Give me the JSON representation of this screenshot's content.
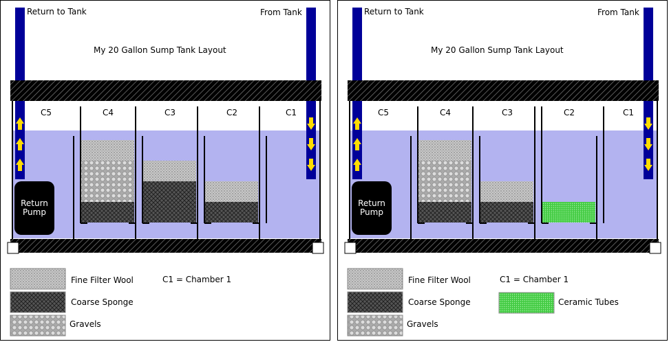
{
  "panels": [
    {
      "return_label": "Return to Tank",
      "from_label": "From Tank",
      "title": "My 20 Gallon Sump Tank Layout",
      "chambers": [
        "C5",
        "C4",
        "C3",
        "C2",
        "C1"
      ],
      "pump_label": "Return Pump",
      "legend": {
        "fine": "Fine Filter Wool",
        "coarse": "Coarse Sponge",
        "gravels": "Gravels",
        "key": "C1 = Chamber 1"
      }
    },
    {
      "return_label": "Return to Tank",
      "from_label": "From Tank",
      "title": "My 20 Gallon Sump Tank Layout",
      "chambers": [
        "C5",
        "C4",
        "C3",
        "C2",
        "C1"
      ],
      "pump_label": "Return Pump",
      "legend": {
        "fine": "Fine Filter Wool",
        "coarse": "Coarse Sponge",
        "gravels": "Gravels",
        "key": "C1 = Chamber 1",
        "ceramic": "Ceramic Tubes"
      }
    }
  ],
  "colors": {
    "water": "#b3b3f0",
    "pipe": "#000099",
    "arrow": "#ffdd00",
    "ceramic": "#44cc44",
    "frame": "#000000"
  }
}
